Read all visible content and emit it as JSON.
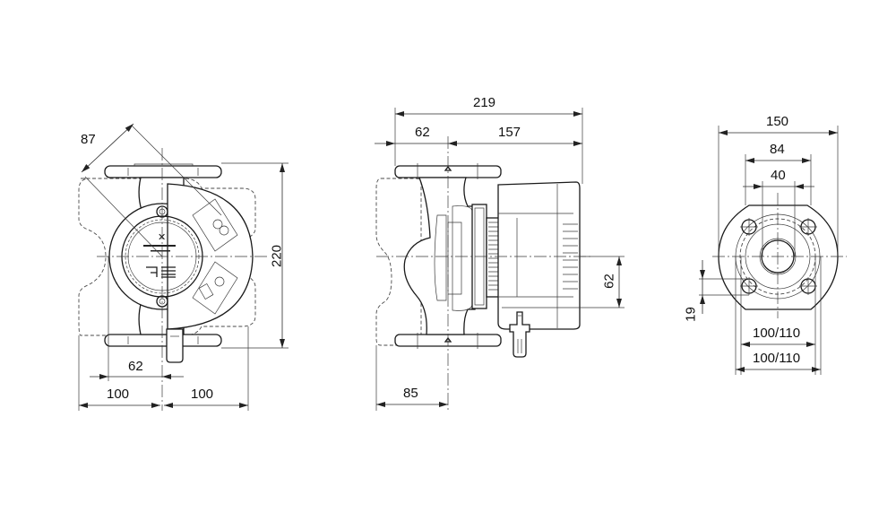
{
  "drawing": {
    "type": "pump dimensional drawing",
    "views": {
      "front": {
        "dimensions": {
          "diagonal": "87",
          "height": "220",
          "port_offset": "62",
          "half_width_left": "100",
          "half_width_right": "100"
        }
      },
      "side": {
        "dimensions": {
          "overall_length": "219",
          "inlet_to_axis": "62",
          "axis_to_end": "157",
          "terminal_offset": "62",
          "flange_to_axis": "85"
        }
      },
      "flange": {
        "dimensions": {
          "outer_diameter": "150",
          "bolt_spacing": "84",
          "bore": "40",
          "hole_offset": "19",
          "bolt_circle_inner": "100/110",
          "bolt_circle_outer": "100/110"
        }
      }
    },
    "colors": {
      "line": "#1a1a1a",
      "background": "#ffffff"
    }
  }
}
